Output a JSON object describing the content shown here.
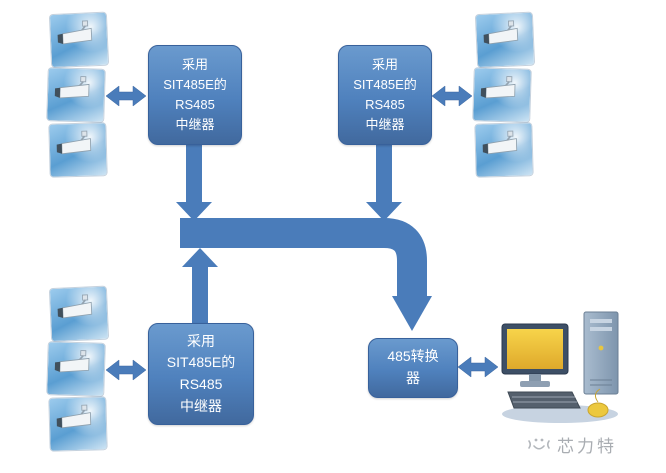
{
  "diagram": {
    "boxes": {
      "repeater_top_left": "采用\nSIT485E的\nRS485\n中继器",
      "repeater_top_right": "采用\nSIT485E的\nRS485\n中继器",
      "repeater_bottom_left": "采用\nSIT485E的\nRS485\n中继器",
      "converter": "485转换\n器"
    },
    "colors": {
      "box_fill": "#4f81bd",
      "box_border": "#38619b",
      "arrow": "#4a7cba",
      "camera_sky": "#5a9ed2",
      "monitor_screen": "#f0c420"
    },
    "icons": {
      "camera": "cctv-camera-icon",
      "computer": "desktop-computer-icon"
    }
  },
  "watermark": {
    "text": "芯力特"
  }
}
